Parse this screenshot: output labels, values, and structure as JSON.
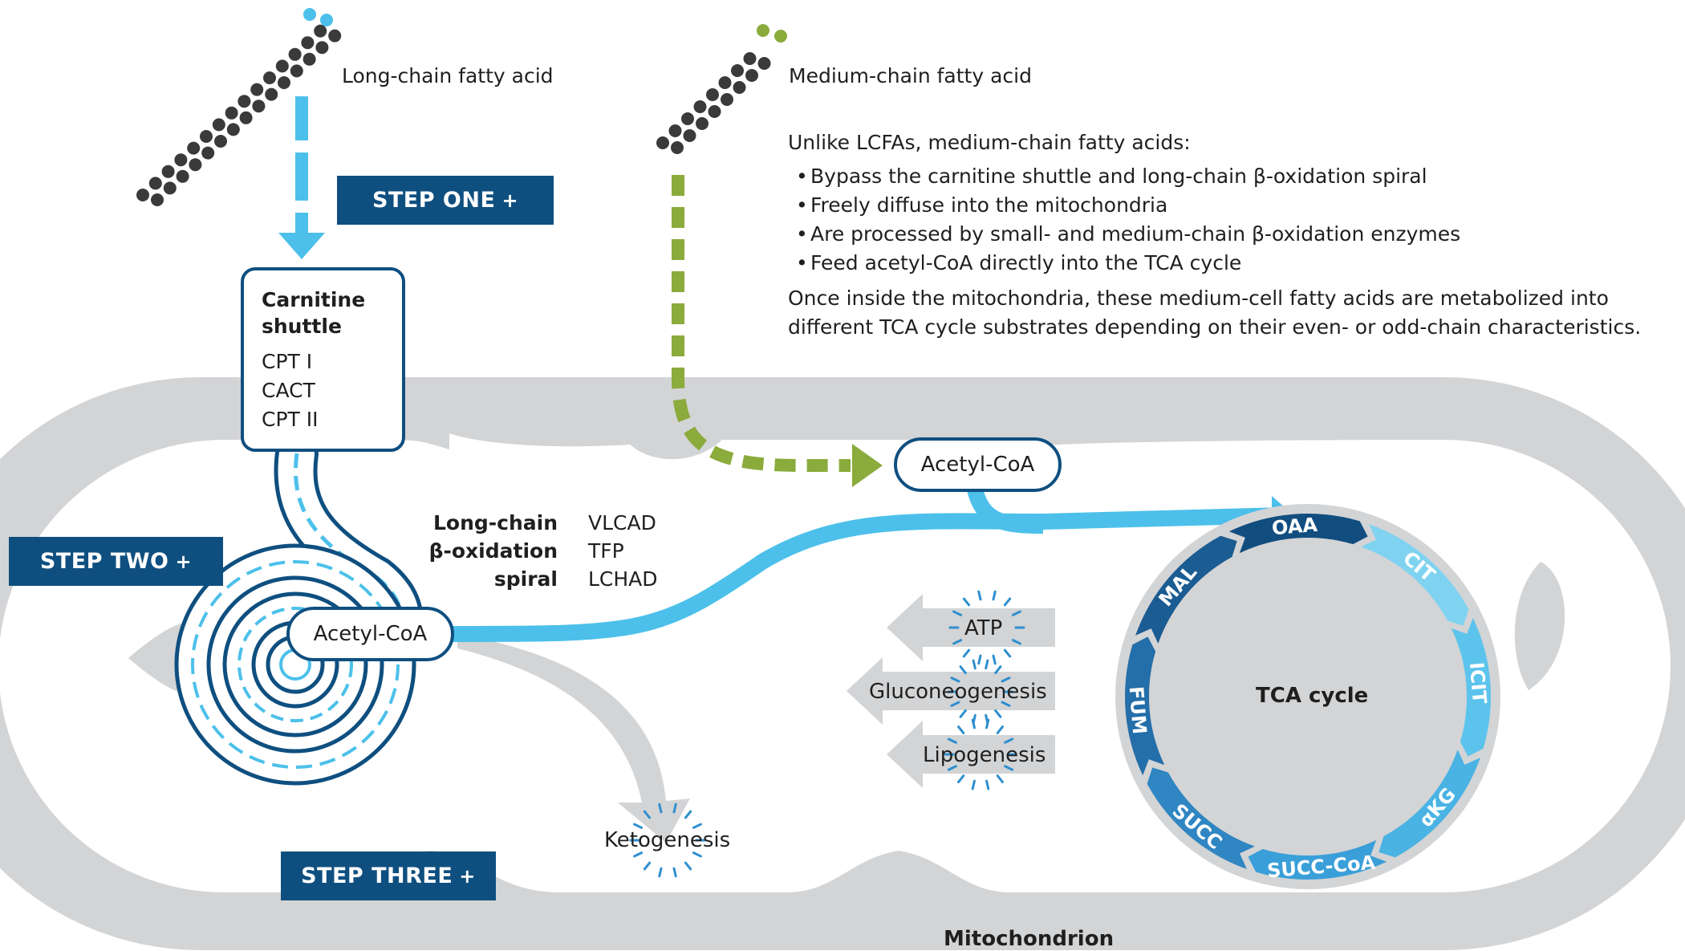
{
  "labels": {
    "long_chain_fatty_acid": "Long-chain fatty acid",
    "medium_chain_fatty_acid": "Medium-chain fatty acid",
    "carnitine_shuttle": [
      "Carnitine",
      "shuttle"
    ],
    "transporters": [
      "CPT I",
      "CACT",
      "CPT II"
    ],
    "acetyl_coa": "Acetyl-CoA",
    "beta_oxidation": [
      "Long-chain",
      "β-oxidation",
      "spiral"
    ],
    "enzymes": [
      "VLCAD",
      "TFP",
      "LCHAD"
    ],
    "atp": "ATP",
    "gluconeogenesis": "Gluconeogenesis",
    "lipogenesis": "Lipogenesis",
    "ketogenesis": "Ketogenesis",
    "tca_cycle": "TCA cycle",
    "mitochondrion": "Mitochondrion"
  },
  "steps": {
    "one": "STEP ONE",
    "two": "STEP TWO",
    "three": "STEP THREE",
    "plus": "+"
  },
  "info": {
    "intro": "Unlike LCFAs, medium-chain fatty acids:",
    "bullets": [
      "Bypass the carnitine shuttle and long-chain β-oxidation spiral",
      "Freely diffuse into the mitochondria",
      "Are processed by small- and medium-chain β-oxidation enzymes",
      "Feed acetyl-CoA directly into the TCA cycle"
    ],
    "outro": [
      "Once inside the mitochondria, these medium-cell fatty acids are metabolized into",
      "different TCA cycle substrates depending on their even- or odd-chain characteristics."
    ]
  },
  "tca_segments": [
    "CIT",
    "ICIT",
    "αKG",
    "SUCC-CoA",
    "SUCC",
    "FUM",
    "MAL",
    "OAA"
  ],
  "colors": {
    "navy": "#0f4f80",
    "light_blue": "#4cc0ea",
    "mid_blue": "#2e8fcf",
    "olive_green": "#8bab3c",
    "membrane_gray": "#d3d4d6",
    "dark_dots": "#3a3a3a",
    "blue_tip": "#4cc0ea",
    "green_tip": "#8bab3c"
  }
}
